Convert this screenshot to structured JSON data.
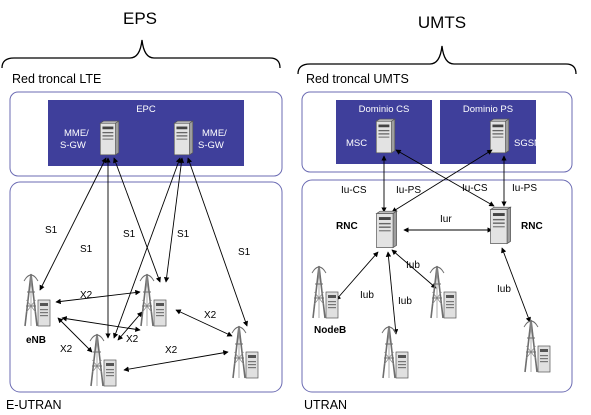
{
  "eps": {
    "title": "EPS",
    "core_label": "Red troncal LTE",
    "epc_label": "EPC",
    "gateways": [
      {
        "line1": "MME/",
        "line2": "S-GW"
      },
      {
        "line1": "MME/",
        "line2": "S-GW"
      }
    ],
    "interfaces": {
      "s1": "S1",
      "x2": "X2"
    },
    "enb_label": "eNB",
    "access_label": "E-UTRAN"
  },
  "umts": {
    "title": "UMTS",
    "core_label": "Red troncal UMTS",
    "cs_domain": "Dominio CS",
    "ps_domain": "Dominio PS",
    "msc": "MSC",
    "sgsn": "SGSN",
    "rnc": "RNC",
    "interfaces": {
      "iu_cs": "Iu-CS",
      "iu_ps": "Iu-PS",
      "iur": "Iur",
      "iub": "Iub"
    },
    "nodeb_label": "NodeB",
    "access_label": "UTRAN"
  },
  "colors": {
    "panel_border": "#6b6bb3",
    "box_fill": "#3f3f9b",
    "server_body": "#d9d9d9",
    "tower": "#8a8a8a"
  }
}
